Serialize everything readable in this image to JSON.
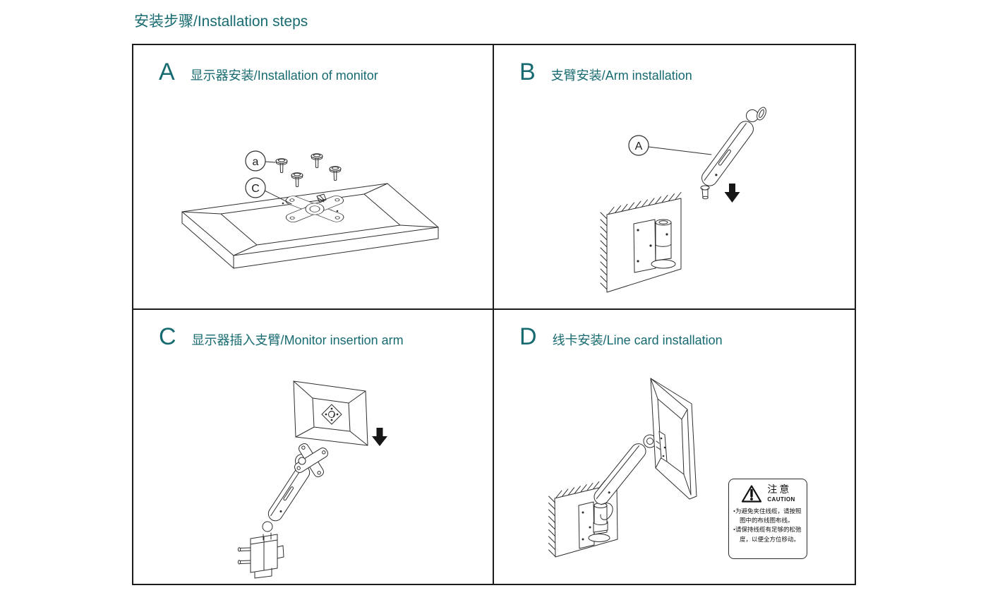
{
  "page": {
    "title": "安装步骤/Installation steps"
  },
  "colors": {
    "accent_teal": "#176b70",
    "line_art": "#2e2e2e",
    "border": "#1c1c1c",
    "background": "#ffffff"
  },
  "panels": [
    {
      "letter": "A",
      "title": "显示器安装/Installation of monitor",
      "callouts": [
        {
          "label": "a"
        },
        {
          "label": "C"
        }
      ]
    },
    {
      "letter": "B",
      "title": "支臂安装/Arm installation",
      "callouts": [
        {
          "label": "A"
        }
      ]
    },
    {
      "letter": "C",
      "title": "显示器插入支臂/Monitor insertion arm",
      "callouts": []
    },
    {
      "letter": "D",
      "title": "线卡安装/Line card installation",
      "callouts": [],
      "caution": {
        "title_cn": "注意",
        "title_en": "CAUTION",
        "items": [
          "•为避免夹住线缆，请按照图中的布线图布线。",
          "•请保持线缆有足够的松弛度，以便全方位移动。"
        ]
      }
    }
  ]
}
